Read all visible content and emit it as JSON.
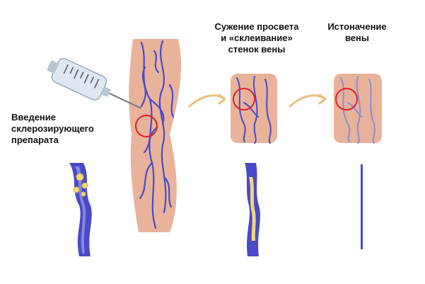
{
  "captions": {
    "injection": [
      "Введение",
      "склерозирующего",
      "препарата"
    ],
    "narrowing": [
      "Сужение просвета",
      "и «склеивание»",
      "стенок вены"
    ],
    "atrophy": [
      "Истоначение",
      "вены"
    ]
  },
  "colors": {
    "skin": "#e8b39a",
    "vein": "#4a4ac8",
    "vein_light": "#8c8ce0",
    "marker_ring": "#e0202a",
    "arrow": "#e9c07a",
    "sclerosant": "#f0d77a",
    "syringe_body": "#dfe8f2"
  },
  "icons": [
    "syringe-icon",
    "arrow-right-icon"
  ]
}
